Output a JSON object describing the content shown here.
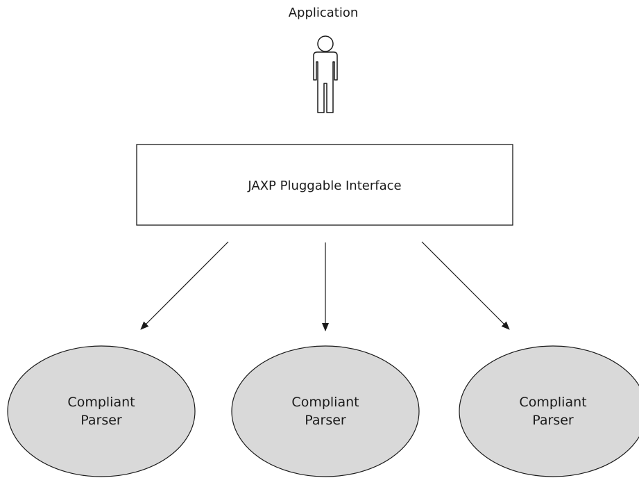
{
  "actor": {
    "label": "Application",
    "icon": "person-icon"
  },
  "interface_box": {
    "label": "JAXP Pluggable Interface"
  },
  "parsers": [
    {
      "line1": "Compliant",
      "line2": "Parser"
    },
    {
      "line1": "Compliant",
      "line2": "Parser"
    },
    {
      "line1": "Compliant",
      "line2": "Parser"
    }
  ],
  "colors": {
    "parser_fill": "#d9d9d9",
    "stroke": "#1a1a1a",
    "background": "#ffffff"
  }
}
